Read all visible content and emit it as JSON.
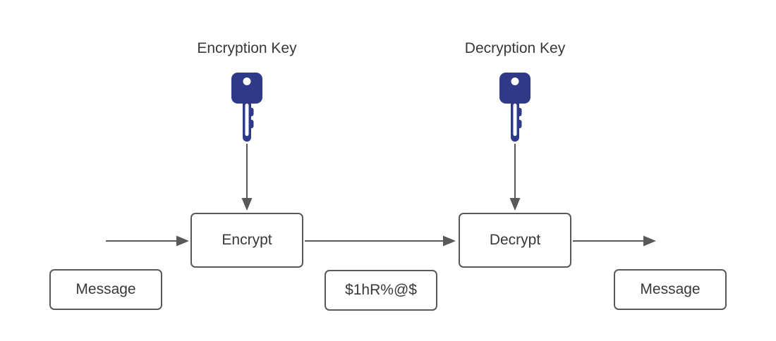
{
  "labels": {
    "encryption_key": "Encryption Key",
    "decryption_key": "Decryption Key",
    "encrypt": "Encrypt",
    "decrypt": "Decrypt",
    "message_in": "Message",
    "ciphertext": "$1hR%@$",
    "message_out": "Message"
  },
  "icons": {
    "encryption_key": "key-icon",
    "decryption_key": "key-icon"
  },
  "colors": {
    "background": "#ffffff",
    "key_fill": "#2e3a87",
    "line": "#595959",
    "box_border": "#595959",
    "box_fill": "#ffffff",
    "text": "#383838"
  }
}
